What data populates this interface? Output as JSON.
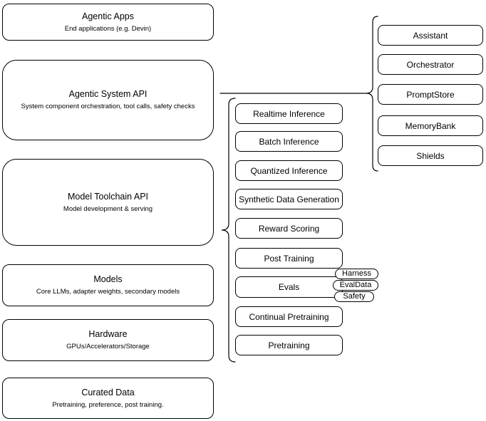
{
  "diagram": {
    "colors": {
      "stroke": "#000000",
      "background": "#ffffff",
      "node_fill": "#ffffff"
    },
    "stack": [
      {
        "title": "Agentic Apps",
        "subtitle": "End applications (e.g. Devin)"
      },
      {
        "title": "Agentic System API",
        "subtitle": "System component orchestration, tool calls, safety checks"
      },
      {
        "title": "Model Toolchain API",
        "subtitle": "Model development & serving"
      },
      {
        "title": "Models",
        "subtitle": "Core LLMs, adapter weights, secondary models"
      },
      {
        "title": "Hardware",
        "subtitle": "GPUs/Accelerators/Storage"
      },
      {
        "title": "Curated Data",
        "subtitle": "Pretraining, preference, post training."
      }
    ],
    "toolchain_services": [
      "Realtime Inference",
      "Batch Inference",
      "Quantized Inference",
      "Synthetic Data Generation",
      "Reward Scoring",
      "Post Training",
      "Evals",
      "Continual Pretraining",
      "Pretraining"
    ],
    "eval_components": [
      "Harness",
      "EvalData",
      "Safety"
    ],
    "system_components": [
      "Assistant",
      "Orchestrator",
      "PromptStore",
      "MemoryBank",
      "Shields"
    ]
  }
}
